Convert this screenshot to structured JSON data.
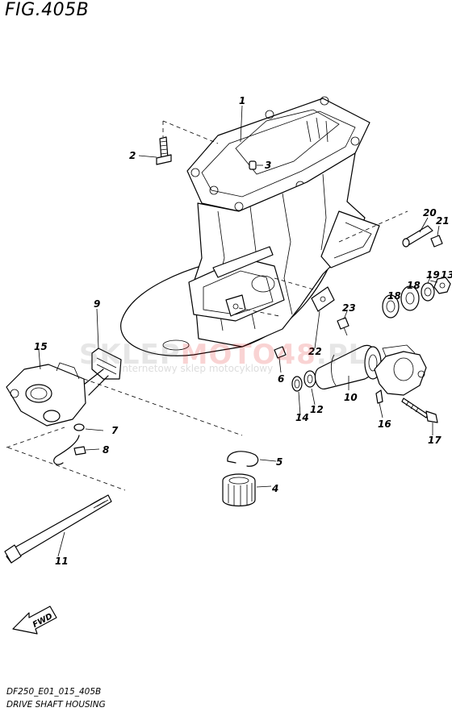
{
  "figure": {
    "title": "FIG.405B",
    "code": "DF250_E01_015_405B",
    "name": "DRIVE SHAFT HOUSING"
  },
  "watermark": {
    "brand_plain": "SKLEP",
    "brand_accent": "MOTO48",
    "brand_tail": ".PL",
    "tagline": "internetowy sklep motocyklowy",
    "accent_color": "#e01010"
  },
  "callouts": {
    "p1": "1",
    "p2": "2",
    "p3": "3",
    "p4": "4",
    "p5": "5",
    "p6": "6",
    "p7": "7",
    "p8": "8",
    "p9": "9",
    "p10": "10",
    "p11": "11",
    "p12": "12",
    "p13": "13",
    "p14": "14",
    "p15": "15",
    "p16": "16",
    "p17": "17",
    "p18a": "18",
    "p18b": "18",
    "p19": "19",
    "p20": "20",
    "p21": "21",
    "p22": "22",
    "p23": "23"
  },
  "fwd_icon": {
    "label": "FWD"
  }
}
